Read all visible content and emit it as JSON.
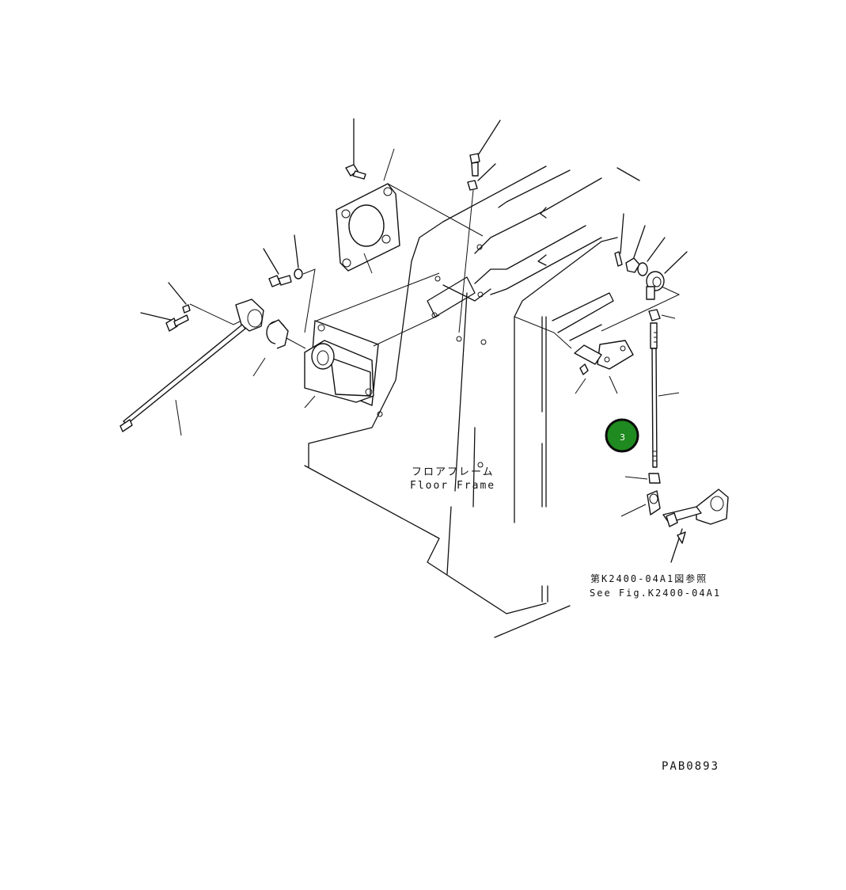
{
  "labels": {
    "floor_frame_jp": "フロアフレーム",
    "floor_frame_en": "Floor Frame",
    "see_fig_jp": "第K2400-04A1図参照",
    "see_fig_en": "See Fig.K2400-04A1",
    "drawing_id": "PAB0893"
  },
  "callout": {
    "number": "3",
    "color": "#1f8a1f",
    "ring_color": "#0b0b0b"
  },
  "colors": {
    "line": "#111111",
    "background": "#ffffff"
  }
}
